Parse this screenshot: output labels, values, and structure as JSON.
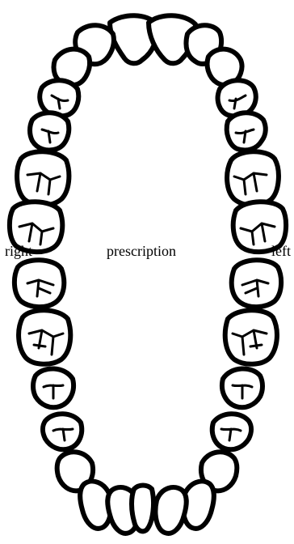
{
  "labels": {
    "right": "right",
    "center": "prescription",
    "left": "left"
  },
  "colors": {
    "stroke": "#000000",
    "fill": "#ffffff",
    "background": "#ffffff"
  }
}
